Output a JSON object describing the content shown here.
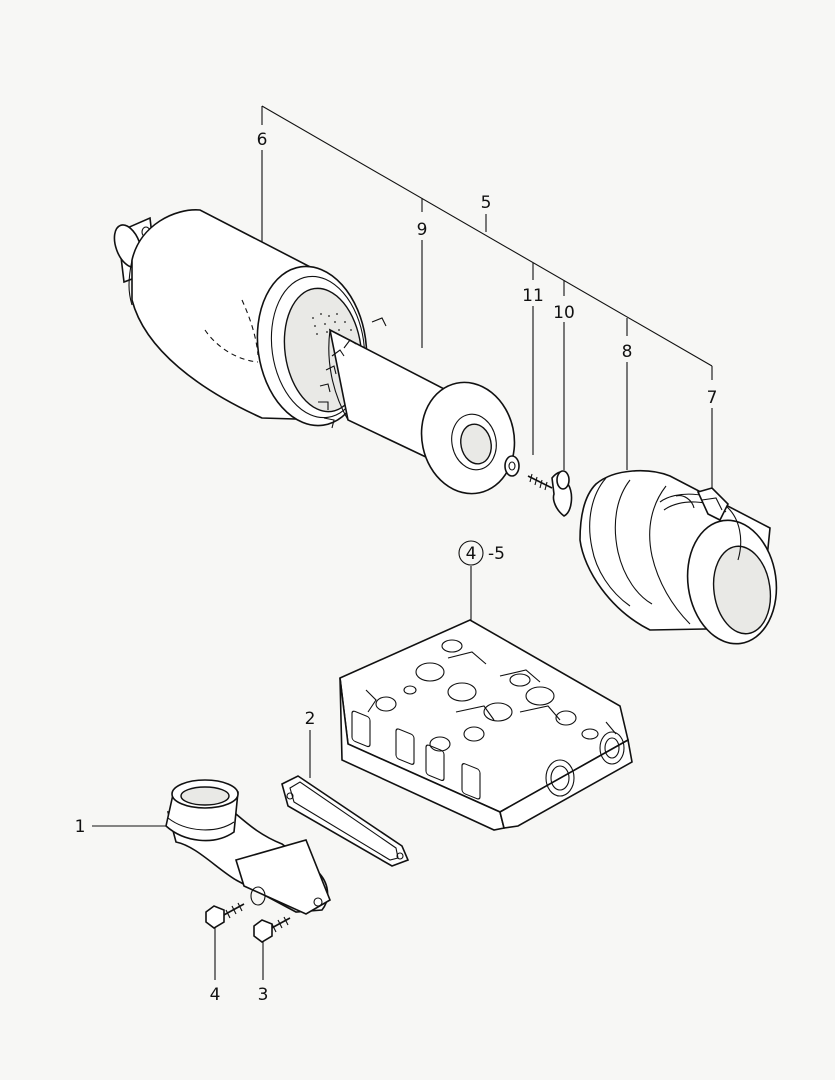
{
  "callouts": {
    "c1": "1",
    "c2": "2",
    "c3": "3",
    "c4": "4",
    "c5": "5",
    "c6": "6",
    "c7": "7",
    "c8": "8",
    "c9": "9",
    "c10": "10",
    "c11": "11",
    "ref_circle": "4",
    "ref_suffix": "-5"
  }
}
